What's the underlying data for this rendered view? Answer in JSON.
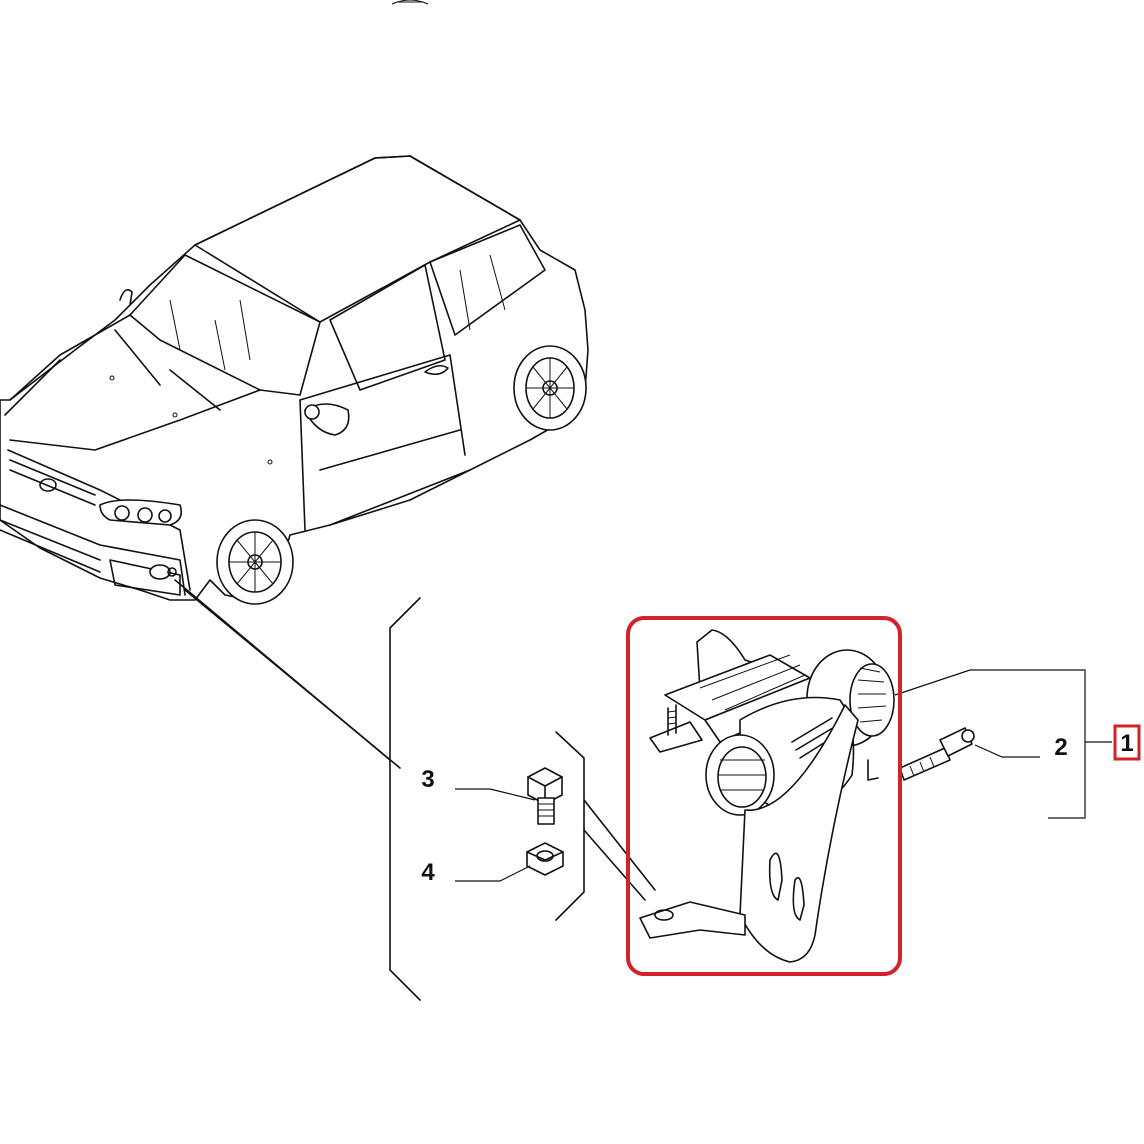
{
  "callouts": {
    "one": "1",
    "two": "2",
    "three": "3",
    "four": "4"
  },
  "colors": {
    "highlight": "#d2232a",
    "line": "#111111",
    "background": "#ffffff"
  }
}
